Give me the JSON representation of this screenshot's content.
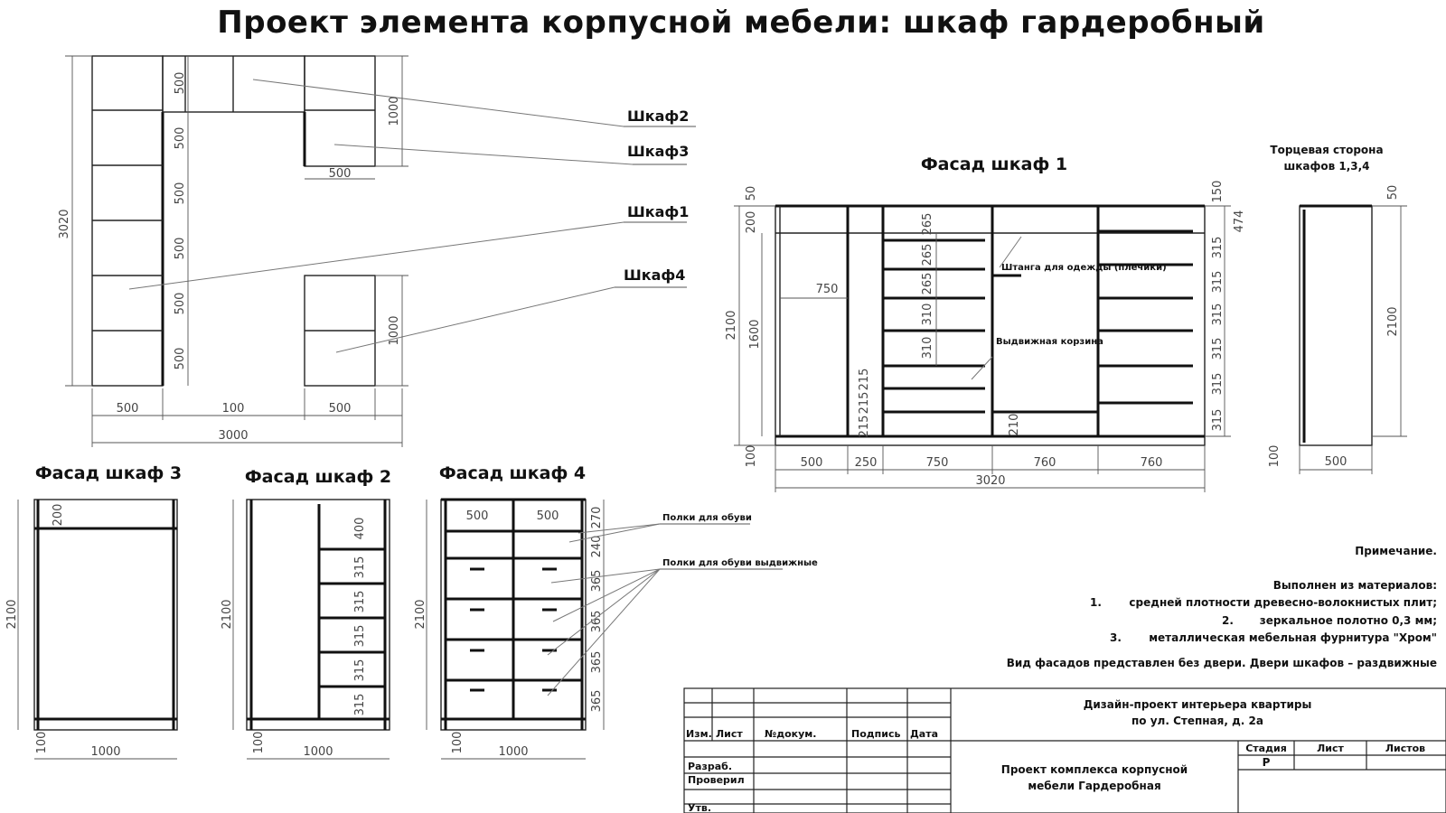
{
  "title": "Проект  элемента корпусной мебели: шкаф гардеробный",
  "plan": {
    "labels": [
      "Шкаф2",
      "Шкаф3",
      "Шкаф1",
      "Шкаф4"
    ],
    "dims": {
      "d500": "500",
      "d100": "100",
      "d1000": "1000",
      "d3020": "3020",
      "d3000": "3000"
    }
  },
  "facade1": {
    "heading": "Фасад шкаф 1",
    "dims": {
      "d50": "50",
      "d150": "150",
      "d200": "200",
      "d474": "474",
      "d2100": "2100",
      "d1600": "1600",
      "d750": "750",
      "d265": "265",
      "d310": "310",
      "d215": "215",
      "d210": "210",
      "d315": "315",
      "d100": "100",
      "d500": "500",
      "d250": "250",
      "d760": "760",
      "d3020": "3020"
    },
    "notes": [
      "Штанга для одежды (плечики)",
      "Выдвижная корзина"
    ]
  },
  "side": {
    "heading_line1": "Торцевая сторона",
    "heading_line2": "шкафов 1,3,4",
    "dims": {
      "d50": "50",
      "d2100": "2100",
      "d100": "100",
      "d500": "500"
    }
  },
  "facade3": {
    "heading": "Фасад шкаф 3",
    "dims": {
      "d200": "200",
      "d2100": "2100",
      "d100": "100",
      "d1000": "1000"
    }
  },
  "facade2": {
    "heading": "Фасад шкаф 2",
    "dims": {
      "d400": "400",
      "d315": "315",
      "d2100": "2100",
      "d100": "100",
      "d1000": "1000"
    }
  },
  "facade4": {
    "heading": "Фасад шкаф 4",
    "dims": {
      "d500": "500",
      "d270": "270",
      "d240": "240",
      "d365": "365",
      "d2100": "2100",
      "d100": "100",
      "d1000": "1000"
    },
    "callouts": [
      "Полки для обуви",
      "Полки для обуви выдвижные"
    ]
  },
  "notes": {
    "heading": "Примечание.",
    "intro": "Выполнен из материалов:",
    "items": [
      {
        "num": "1.",
        "text": "средней плотности древесно-волокнистых плит;"
      },
      {
        "num": "2.",
        "text": "зеркальное полотно 0,3 мм;"
      },
      {
        "num": "3.",
        "text": "металлическая мебельная фурнитура \"Хром\""
      }
    ],
    "footer": "Вид фасадов представлен без двери. Двери шкафов  – раздвижные"
  },
  "title_block": {
    "project_line1": "Дизайн-проект интерьера квартиры",
    "project_line2": "по ул. Степная, д. 2а",
    "sheet_line1": "Проект комплекса корпусной",
    "sheet_line2": "мебели Гардеробная",
    "col_headers": [
      "Изм.",
      "Лист",
      "№докум.",
      "Подпись",
      "Дата"
    ],
    "roles": [
      "Разраб.",
      "Проверил",
      "Утв."
    ],
    "stage_headers": [
      "Стадия",
      "Лист",
      "Листов"
    ],
    "stage_value": "Р"
  }
}
